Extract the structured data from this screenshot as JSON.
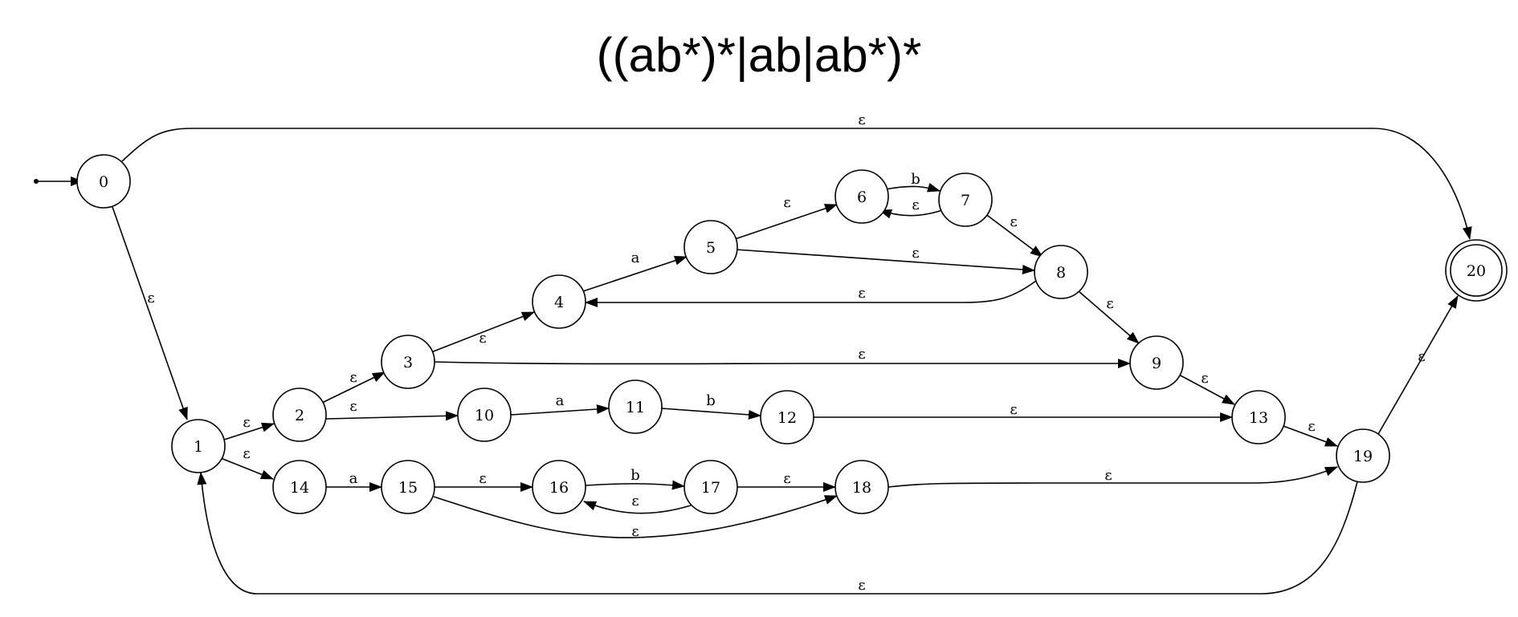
{
  "title": "((ab*)*|ab|ab*)*",
  "states": [
    {
      "id": "0",
      "accepting": false,
      "start": true
    },
    {
      "id": "1",
      "accepting": false
    },
    {
      "id": "2",
      "accepting": false
    },
    {
      "id": "3",
      "accepting": false
    },
    {
      "id": "4",
      "accepting": false
    },
    {
      "id": "5",
      "accepting": false
    },
    {
      "id": "6",
      "accepting": false
    },
    {
      "id": "7",
      "accepting": false
    },
    {
      "id": "8",
      "accepting": false
    },
    {
      "id": "9",
      "accepting": false
    },
    {
      "id": "10",
      "accepting": false
    },
    {
      "id": "11",
      "accepting": false
    },
    {
      "id": "12",
      "accepting": false
    },
    {
      "id": "13",
      "accepting": false
    },
    {
      "id": "14",
      "accepting": false
    },
    {
      "id": "15",
      "accepting": false
    },
    {
      "id": "16",
      "accepting": false
    },
    {
      "id": "17",
      "accepting": false
    },
    {
      "id": "18",
      "accepting": false
    },
    {
      "id": "19",
      "accepting": false
    },
    {
      "id": "20",
      "accepting": true
    }
  ],
  "transitions": [
    {
      "from": "0",
      "to": "20",
      "label": "ε"
    },
    {
      "from": "0",
      "to": "1",
      "label": "ε"
    },
    {
      "from": "1",
      "to": "2",
      "label": "ε"
    },
    {
      "from": "1",
      "to": "14",
      "label": "ε"
    },
    {
      "from": "2",
      "to": "3",
      "label": "ε"
    },
    {
      "from": "2",
      "to": "10",
      "label": "ε"
    },
    {
      "from": "3",
      "to": "4",
      "label": "ε"
    },
    {
      "from": "3",
      "to": "9",
      "label": "ε"
    },
    {
      "from": "4",
      "to": "5",
      "label": "a"
    },
    {
      "from": "5",
      "to": "6",
      "label": "ε"
    },
    {
      "from": "5",
      "to": "8",
      "label": "ε"
    },
    {
      "from": "6",
      "to": "7",
      "label": "b"
    },
    {
      "from": "7",
      "to": "6",
      "label": "ε"
    },
    {
      "from": "7",
      "to": "8",
      "label": "ε"
    },
    {
      "from": "8",
      "to": "4",
      "label": "ε"
    },
    {
      "from": "8",
      "to": "9",
      "label": "ε"
    },
    {
      "from": "9",
      "to": "13",
      "label": "ε"
    },
    {
      "from": "10",
      "to": "11",
      "label": "a"
    },
    {
      "from": "11",
      "to": "12",
      "label": "b"
    },
    {
      "from": "12",
      "to": "13",
      "label": "ε"
    },
    {
      "from": "13",
      "to": "19",
      "label": "ε"
    },
    {
      "from": "14",
      "to": "15",
      "label": "a"
    },
    {
      "from": "15",
      "to": "16",
      "label": "ε"
    },
    {
      "from": "15",
      "to": "18",
      "label": "ε"
    },
    {
      "from": "16",
      "to": "17",
      "label": "b"
    },
    {
      "from": "17",
      "to": "16",
      "label": "ε"
    },
    {
      "from": "17",
      "to": "18",
      "label": "ε"
    },
    {
      "from": "18",
      "to": "19",
      "label": "ε"
    },
    {
      "from": "19",
      "to": "20",
      "label": "ε"
    },
    {
      "from": "19",
      "to": "1",
      "label": "ε"
    }
  ]
}
